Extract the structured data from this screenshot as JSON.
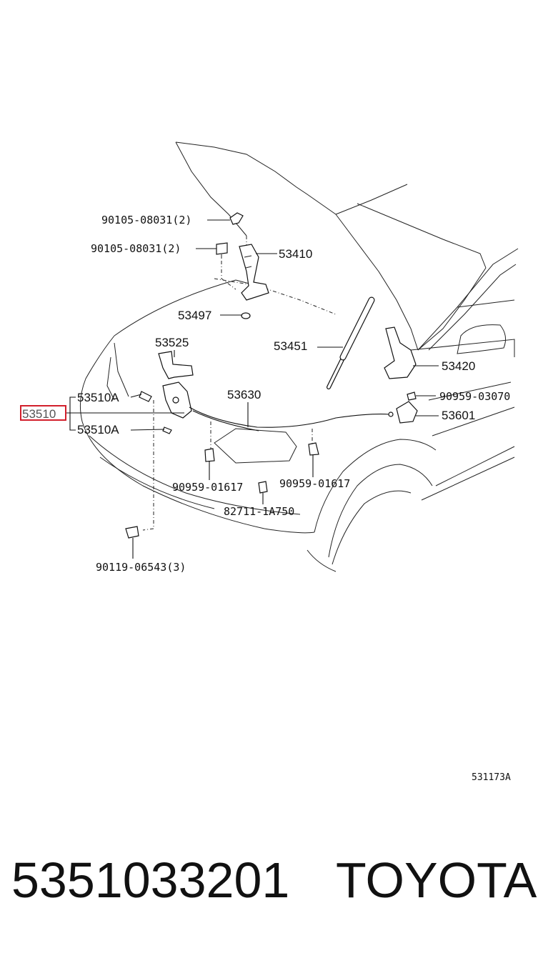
{
  "diagram": {
    "callouts": {
      "c90105a": "90105-08031(2)",
      "c90105b": "90105-08031(2)",
      "c53410": "53410",
      "c53497": "53497",
      "c53525": "53525",
      "c53451": "53451",
      "c53420": "53420",
      "c53510": "53510",
      "c53510a_top": "53510A",
      "c53510a_bot": "53510A",
      "c53630": "53630",
      "c90959_03070": "90959-03070",
      "c53601": "53601",
      "c90959_01617_l": "90959-01617",
      "c90959_01617_r": "90959-01617",
      "c82711": "82711-1A750",
      "c90119": "90119-06543(3)"
    },
    "figure_code": "531173A"
  },
  "footer": {
    "part_number": "5351033201",
    "brand": "TOYOTA"
  },
  "highlight_color": "#d21f2b"
}
